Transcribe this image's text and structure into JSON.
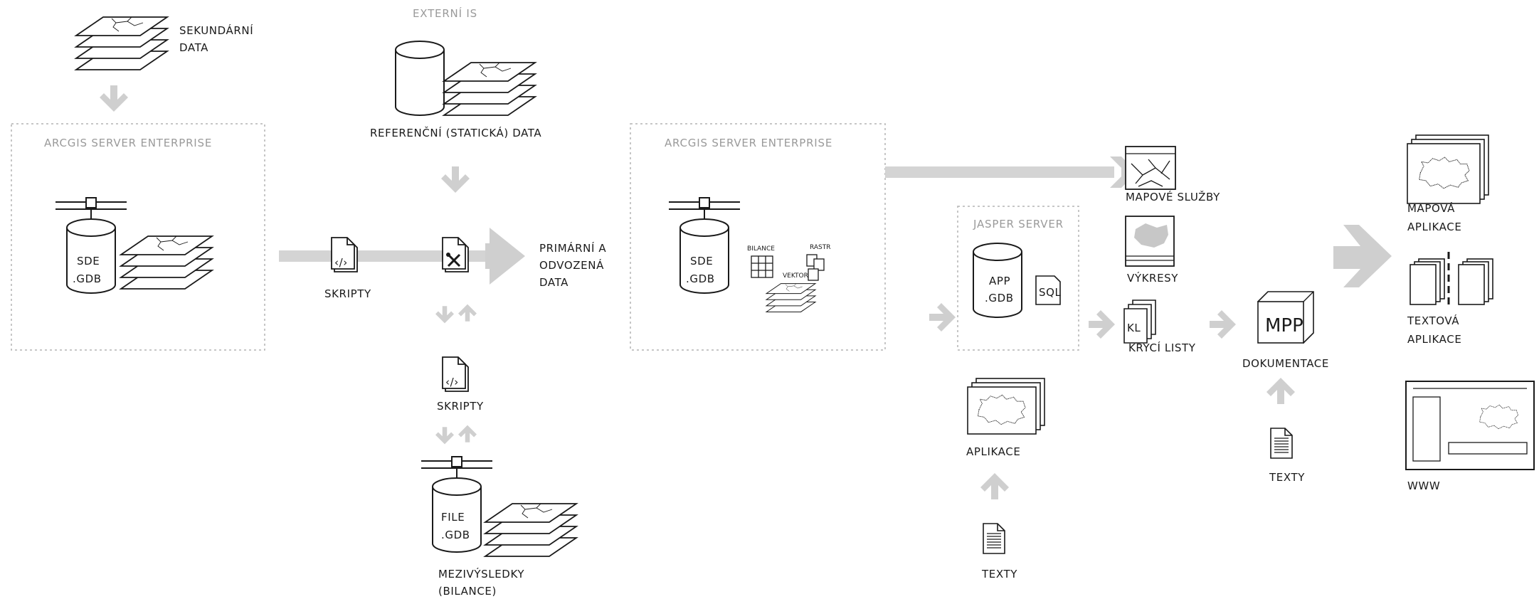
{
  "colors": {
    "arrow": "#cfcfcf",
    "line": "#1a1a1a",
    "frame": "#b3b3b3",
    "frame_label": "#9a9a9a"
  },
  "icons": [
    "database-icon",
    "map-layers-icon",
    "script-file-icon",
    "tools-file-icon",
    "map-service-icon",
    "drawing-icon",
    "cover-sheet-icon",
    "cube-icon",
    "text-document-icon",
    "map-app-icon",
    "text-app-icon",
    "www-icon"
  ],
  "labels": {
    "sekundarni_1": "SEKUNDÁRNÍ",
    "sekundarni_2": "DATA",
    "externi_is": "EXTERNÍ IS",
    "referencni": "REFERENČNÍ (STATICKÁ) DATA",
    "arcgis_1": "ARCGIS SERVER ENTERPRISE",
    "arcgis_2": "ARCGIS SERVER ENTERPRISE",
    "sde1_a": "SDE",
    "sde1_b": ".GDB",
    "sde2_a": "SDE",
    "sde2_b": ".GDB",
    "skripty_1": "SKRIPTY",
    "skripty_2": "SKRIPTY",
    "primarni_1": "PRIMÁRNÍ A",
    "primarni_2": "ODVOZENÁ",
    "primarni_3": "DATA",
    "file_a": "FILE",
    "file_b": ".GDB",
    "mezi_1": "MEZIVÝSLEDKY",
    "mezi_2": "(BILANCE)",
    "bilance": "BILANCE",
    "rastr": "RASTR",
    "vektor": "VEKTOR",
    "jasper": "JASPER SERVER",
    "app_a": "APP",
    "app_b": ".GDB",
    "sql": "SQL",
    "aplikace": "APLIKACE",
    "texty_1": "TEXTY",
    "mapove_sluzby": "MAPOVÉ SLUŽBY",
    "vykresy": "VÝKRESY",
    "kl": "KL",
    "kryci_listy": "KRYCÍ LISTY",
    "mpp": "MPP",
    "dokumentace": "DOKUMENTACE",
    "texty_2": "TEXTY",
    "mapova_1": "MAPOVÁ",
    "mapova_2": "APLIKACE",
    "textova_1": "TEXTOVÁ",
    "textova_2": "APLIKACE",
    "www": "WWW"
  }
}
